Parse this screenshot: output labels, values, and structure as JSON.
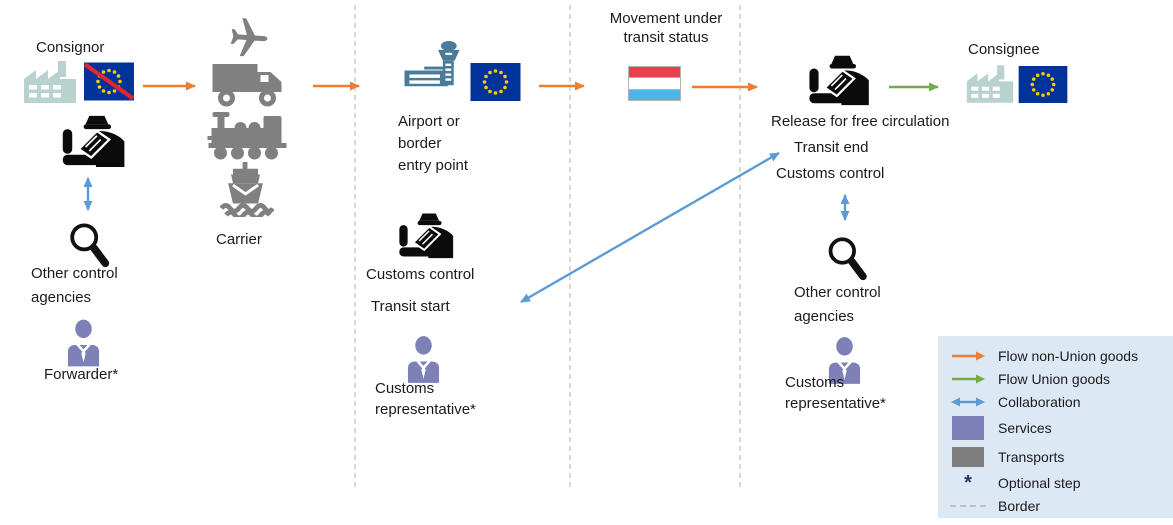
{
  "labels": {
    "consignor": "Consignor",
    "carrier": "Carrier",
    "airport_entry": "Airport or\nborder\nentry point",
    "customs_control_entry": "Customs control",
    "transit_start": "Transit start",
    "customs_representative_entry": "Customs\nrepresentative*",
    "movement_transit": "Movement under\ntransit status",
    "release_free_circulation": "Release for free circulation",
    "transit_end": "Transit end",
    "customs_control_destination": "Customs control",
    "other_control_agencies_left": "Other control\nagencies",
    "other_control_agencies_right": "Other control\nagencies",
    "forwarder": "Forwarder*",
    "customs_representative_destination": "Customs\nrepresentative*",
    "consignee": "Consignee"
  },
  "legend": {
    "items": [
      {
        "swatch": "arrow-orange",
        "label": "Flow non-Union goods"
      },
      {
        "swatch": "arrow-green",
        "label": "Flow Union goods"
      },
      {
        "swatch": "arrow-blue-double",
        "label": "Collaboration"
      },
      {
        "swatch": "square-purple",
        "label": "Services"
      },
      {
        "swatch": "square-gray",
        "label": "Transports"
      },
      {
        "swatch": "asterisk",
        "symbol": "*",
        "label": "Optional step"
      },
      {
        "swatch": "dashed-line",
        "label": "Border"
      }
    ]
  },
  "colors": {
    "flow_non_union_goods": "#ED7D31",
    "flow_union_goods": "#70AD47",
    "collaboration": "#5B9BD5",
    "services": "#7D81B8",
    "transports": "#7F7F7F",
    "border_dashed": "#C8C8C8",
    "legend_background": "#DCE9F5",
    "factory_icon": "#B8D2CF",
    "airport_icon": "#4A7B99",
    "eu_flag_blue": "#003399",
    "eu_flag_stars": "#FFCC00",
    "eu_flag_slash_red": "#E0262E",
    "luxembourg_red": "#E8414B",
    "luxembourg_blue": "#4CB5E8",
    "text": "#1B1B1B"
  },
  "icons": {
    "factory-icon": "svg-factory-building",
    "eu-flag-icon": "svg-eu-flag",
    "eu-flag-crossed-icon": "svg-eu-flag-red-slash",
    "customs-officer-icon": "svg-passport-control-officer",
    "magnifier-icon": "svg-magnifying-glass",
    "person-icon": "svg-business-person",
    "plane-icon": "svg-airplane",
    "truck-icon": "svg-truck",
    "train-icon": "svg-steam-locomotive",
    "ship-icon": "svg-ship",
    "control-tower-icon": "svg-airport-control-tower",
    "luxembourg-flag-icon": "svg-luxembourg-flag"
  }
}
